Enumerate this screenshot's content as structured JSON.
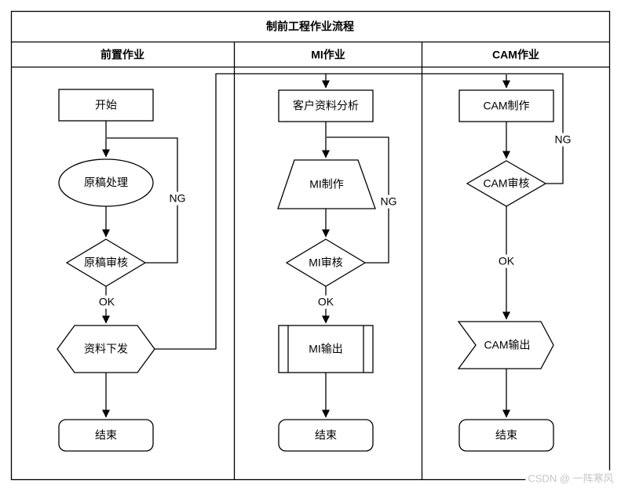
{
  "diagram": {
    "title": "制前工程作业流程",
    "lanes": [
      {
        "label": "前置作业"
      },
      {
        "label": "MI作业"
      },
      {
        "label": "CAM作业"
      }
    ],
    "nodes": {
      "start": "开始",
      "draft_processing": "原稿处理",
      "draft_review": "原稿审核",
      "data_release": "资料下发",
      "end_pre": "结束",
      "customer_data_analysis": "客户资料分析",
      "mi_making": "MI制作",
      "mi_review": "MI审核",
      "mi_output": "MI输出",
      "end_mi": "结束",
      "cam_making": "CAM制作",
      "cam_review": "CAM审核",
      "cam_output": "CAM输出",
      "end_cam": "结束"
    },
    "edge_labels": {
      "pre_ng": "NG",
      "pre_ok": "OK",
      "mi_ng": "NG",
      "mi_ok": "OK",
      "cam_ng": "NG",
      "cam_ok": "OK"
    }
  },
  "watermark": "CSDN @ 一阵寒风",
  "colors": {
    "stroke": "#000000",
    "node_fill": "#ffffff",
    "watermark_text": "#c6c6c6"
  }
}
